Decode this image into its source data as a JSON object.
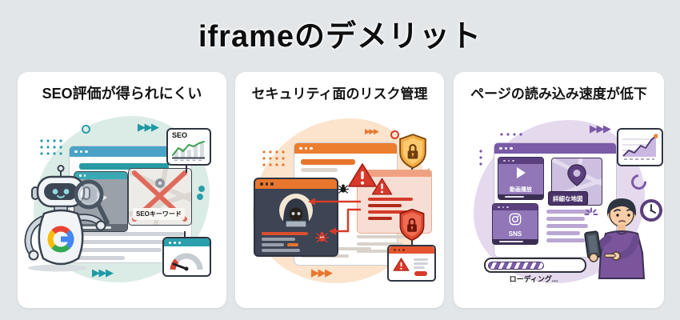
{
  "page": {
    "title": "iframeのデメリット",
    "background_color": "#e3e6e9"
  },
  "icons": {
    "triple_arrow": "▶▶▶",
    "plus": "+"
  },
  "panels": [
    {
      "title": "SEO評価が得られにくい",
      "accent_color": "#2a9ea8",
      "header_color": "#4aa3c7",
      "chart_label": "SEO",
      "map_label": "SEOキーワード"
    },
    {
      "title": "セキュリティ面のリスク管理",
      "accent_color": "#e8762d",
      "alert_color": "#d63b2a"
    },
    {
      "title": "ページの読み込み速度が低下",
      "accent_color": "#7b5aa7",
      "video_label": "動画播放",
      "map_label": "詳細な地図",
      "sns_label": "SNS",
      "loading_label": "ローディング..."
    }
  ]
}
